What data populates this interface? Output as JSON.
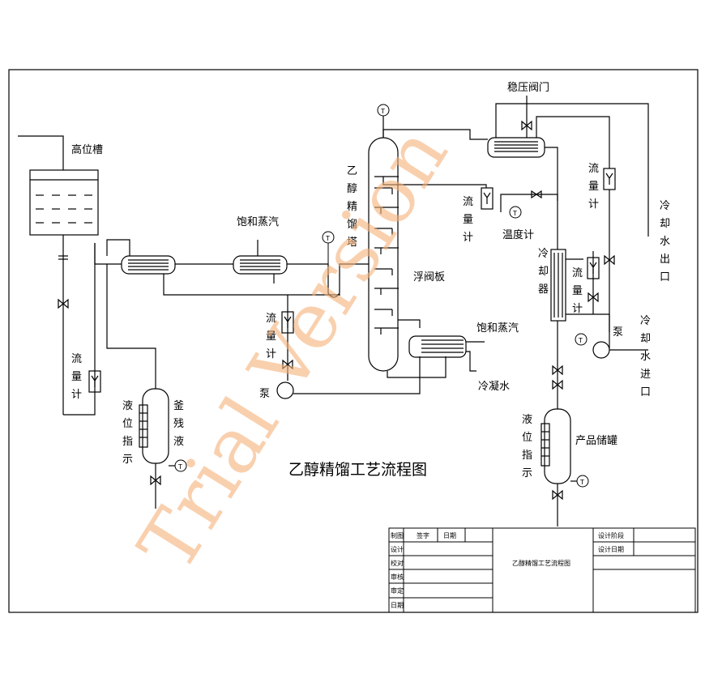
{
  "diagram": {
    "title": "乙醇精馏工艺流程图",
    "labels": {
      "high_tank": "高位槽",
      "regulator_valve": "稳压阀门",
      "column": [
        "乙",
        "醇",
        "精",
        "馏",
        "塔"
      ],
      "steam_top": "饱和蒸汽",
      "steam_reboiler": "饱和蒸汽",
      "float_valve_plate": "浮阀板",
      "condensate": "冷凝水",
      "temperature_gauge": "温度计",
      "cooler": [
        "冷",
        "却",
        "器"
      ],
      "cooling_water_out": [
        "冷",
        "却",
        "水",
        "出",
        "口"
      ],
      "cooling_water_in": [
        "冷",
        "却",
        "水",
        "进",
        "口"
      ],
      "flowmeter": [
        "流",
        "量",
        "计"
      ],
      "pump": "泵",
      "level_indicator": [
        "液",
        "位",
        "指",
        "示"
      ],
      "bottoms": [
        "釜",
        "残",
        "液"
      ],
      "product_tank": "产品储罐",
      "t_mark": "T"
    },
    "watermark": "Trial Version",
    "title_block": {
      "row_labels": [
        "制图",
        "设计",
        "校对",
        "审核",
        "审定",
        "日期"
      ],
      "header_cells": [
        "签字",
        "日期"
      ],
      "drawing_name": "乙醇精馏工艺流程图",
      "right_cells": [
        "设计阶段",
        "设计日期"
      ]
    }
  }
}
